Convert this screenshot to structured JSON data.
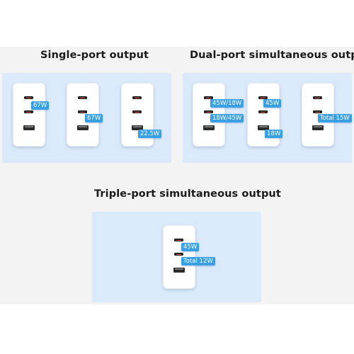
{
  "sections": {
    "single": {
      "title": "Single-port output",
      "units": [
        {
          "c1": "67W",
          "c2": "",
          "a": ""
        },
        {
          "c1": "",
          "c2": "67W",
          "a": ""
        },
        {
          "c1": "",
          "c2": "",
          "a": "22.5W"
        }
      ]
    },
    "dual": {
      "title": "Dual-port simultaneous output",
      "units": [
        {
          "c1": "45W/18W",
          "c2": "18W/45W",
          "a": ""
        },
        {
          "c1": "45W",
          "c2": "",
          "a": "18W"
        },
        {
          "c1": "",
          "c2": "Total 15W",
          "a": ""
        }
      ]
    },
    "triple": {
      "title": "Triple-port simultaneous output",
      "units": [
        {
          "c1": "45W",
          "c2": "Total 12W",
          "a": ""
        }
      ]
    }
  },
  "colors": {
    "panel": "#daeafa",
    "badge": "#3aa0e6",
    "port_accent": "#e2564a"
  },
  "icons": {
    "usb_c": "usb-c-port-icon",
    "usb_a": "usb-a-port-icon"
  }
}
